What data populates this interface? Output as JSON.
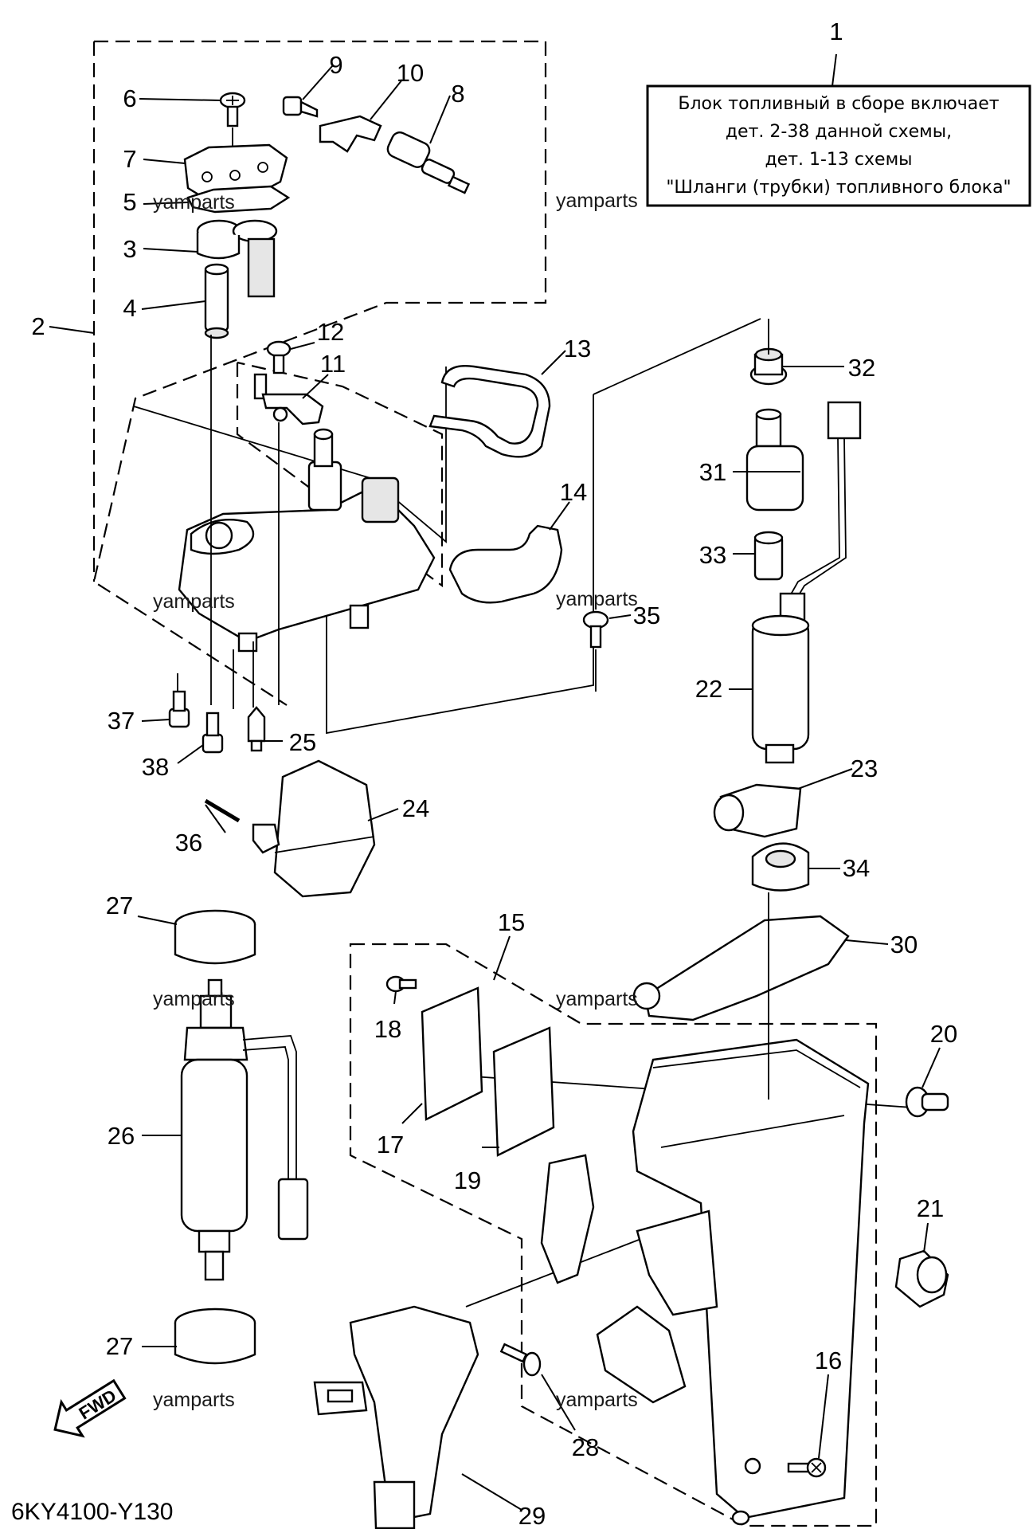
{
  "note": {
    "line1": "Блок топливный в сборе включает",
    "line2": "дет. 2-38 данной схемы,",
    "line3": "дет. 1-13 схемы",
    "line4": "\"Шланги (трубки) топливного блока\""
  },
  "diagram_code": "6KY4100-Y130",
  "fwd_label": "FWD",
  "watermark": "yamparts",
  "callouts": [
    "1",
    "2",
    "3",
    "4",
    "5",
    "6",
    "7",
    "8",
    "9",
    "10",
    "11",
    "12",
    "13",
    "14",
    "15",
    "16",
    "17",
    "18",
    "19",
    "20",
    "21",
    "22",
    "23",
    "24",
    "25",
    "26",
    "27",
    "27",
    "28",
    "29",
    "30",
    "31",
    "32",
    "33",
    "34",
    "35",
    "36",
    "37",
    "38"
  ]
}
